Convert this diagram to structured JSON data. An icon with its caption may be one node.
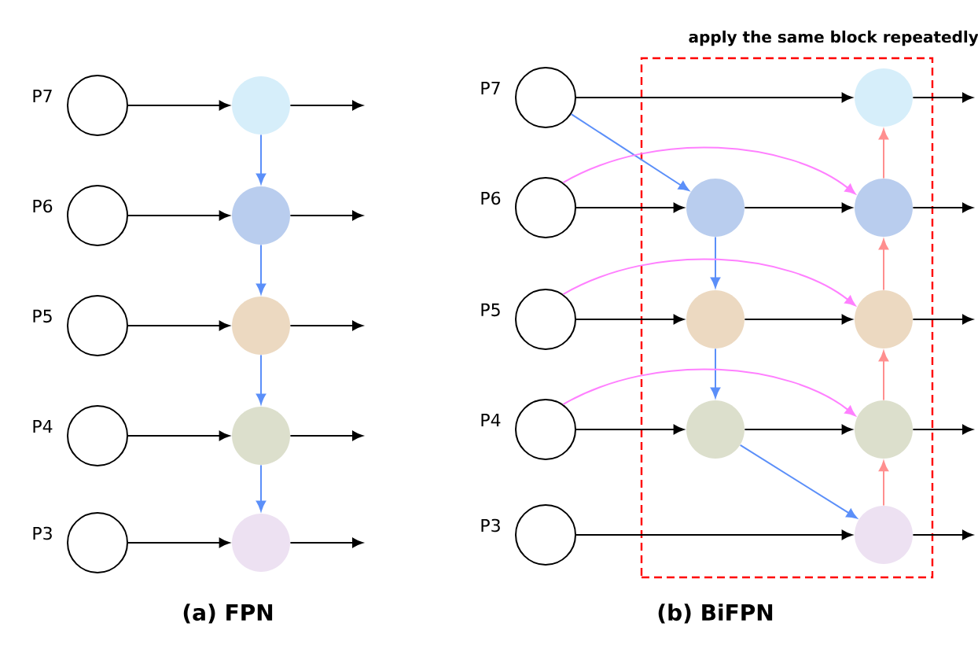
{
  "diagram": {
    "nodes": [
      {
        "text": [],
        "shape": "circle",
        "beside": [
          "P7"
        ]
      },
      {
        "text": [],
        "shape": "circle",
        "beside": [
          "P6"
        ]
      },
      {
        "text": [],
        "shape": "circle",
        "beside": [
          "P5"
        ]
      },
      {
        "text": [],
        "shape": "circle",
        "beside": [
          "P4"
        ]
      },
      {
        "text": [],
        "shape": "circle",
        "beside": [
          "P3"
        ]
      },
      {
        "text": [],
        "shape": "circle"
      },
      {
        "text": [],
        "shape": "circle"
      },
      {
        "text": [],
        "shape": "circle"
      },
      {
        "text": [],
        "shape": "circle"
      },
      {
        "text": [],
        "shape": "circle"
      },
      {
        "text": [
          "apply the same block repeatedly"
        ]
      },
      {
        "text": [],
        "shape": "circle",
        "beside": [
          "P7"
        ]
      },
      {
        "text": [],
        "shape": "circle",
        "beside": [
          "P6"
        ]
      },
      {
        "text": [],
        "shape": "circle",
        "beside": [
          "P5"
        ]
      },
      {
        "text": [],
        "shape": "circle",
        "beside": [
          "P4"
        ]
      },
      {
        "text": [],
        "shape": "circle",
        "beside": [
          "P3"
        ]
      },
      {
        "text": [],
        "shape": "circle",
        "in": 10
      },
      {
        "text": [],
        "shape": "circle",
        "in": 10
      },
      {
        "text": [],
        "shape": "circle",
        "in": 10
      },
      {
        "text": [],
        "shape": "circle",
        "in": 10
      },
      {
        "text": [],
        "shape": "circle",
        "in": 10
      },
      {
        "text": [],
        "shape": "circle",
        "in": 10
      },
      {
        "text": [],
        "shape": "circle",
        "in": 10
      },
      {
        "text": [],
        "shape": "circle",
        "in": 10
      }
    ],
    "edges": [
      {
        "from": 0,
        "to": 5,
        "arrow": "to"
      },
      {
        "from": 1,
        "to": 6,
        "arrow": "to"
      },
      {
        "from": 2,
        "to": 7,
        "arrow": "to"
      },
      {
        "from": 3,
        "to": 8,
        "arrow": "to"
      },
      {
        "from": 4,
        "to": 9,
        "arrow": "to"
      },
      {
        "from": 5,
        "to": 6,
        "arrow": "to",
        "color": "#5b8ff9"
      },
      {
        "from": 6,
        "to": 7,
        "arrow": "to",
        "color": "#5b8ff9"
      },
      {
        "from": 7,
        "to": 8,
        "arrow": "to",
        "color": "#5b8ff9"
      },
      {
        "from": 8,
        "to": 9,
        "arrow": "to",
        "color": "#5b8ff9"
      },
      {
        "from": 5,
        "to": null,
        "arrow": "to"
      },
      {
        "from": 6,
        "to": null,
        "arrow": "to"
      },
      {
        "from": 7,
        "to": null,
        "arrow": "to"
      },
      {
        "from": 8,
        "to": null,
        "arrow": "to"
      },
      {
        "from": 9,
        "to": null,
        "arrow": "to"
      },
      {
        "from": 11,
        "to": 19,
        "arrow": "to"
      },
      {
        "from": 11,
        "to": 16,
        "arrow": "to",
        "color": "#5b8ff9"
      },
      {
        "from": 12,
        "to": 16,
        "arrow": "to"
      },
      {
        "from": 13,
        "to": 17,
        "arrow": "to"
      },
      {
        "from": 14,
        "to": 18,
        "arrow": "to"
      },
      {
        "from": 15,
        "to": 23,
        "arrow": "to"
      },
      {
        "from": 16,
        "to": 17,
        "arrow": "to",
        "color": "#5b8ff9"
      },
      {
        "from": 17,
        "to": 18,
        "arrow": "to",
        "color": "#5b8ff9"
      },
      {
        "from": 18,
        "to": 23,
        "arrow": "to",
        "color": "#5b8ff9"
      },
      {
        "from": 16,
        "to": 20,
        "arrow": "to"
      },
      {
        "from": 17,
        "to": 21,
        "arrow": "to"
      },
      {
        "from": 18,
        "to": 22,
        "arrow": "to"
      },
      {
        "from": 12,
        "to": 20,
        "arrow": "to",
        "color": "#ff80ff"
      },
      {
        "from": 13,
        "to": 21,
        "arrow": "to",
        "color": "#ff80ff"
      },
      {
        "from": 14,
        "to": 22,
        "arrow": "to",
        "color": "#ff80ff"
      },
      {
        "from": 23,
        "to": 22,
        "arrow": "to",
        "color": "#ff8f8f"
      },
      {
        "from": 22,
        "to": 21,
        "arrow": "to",
        "color": "#ff8f8f"
      },
      {
        "from": 21,
        "to": 20,
        "arrow": "to",
        "color": "#ff8f8f"
      },
      {
        "from": 20,
        "to": 19,
        "arrow": "to",
        "color": "#ff8f8f"
      },
      {
        "from": 19,
        "to": null,
        "arrow": "to"
      },
      {
        "from": 20,
        "to": null,
        "arrow": "to"
      },
      {
        "from": 21,
        "to": null,
        "arrow": "to"
      },
      {
        "from": 22,
        "to": null,
        "arrow": "to"
      },
      {
        "from": 23,
        "to": null,
        "arrow": "to"
      }
    ],
    "labels": [
      "(a)  FPN",
      "(b) BiFPN"
    ]
  }
}
